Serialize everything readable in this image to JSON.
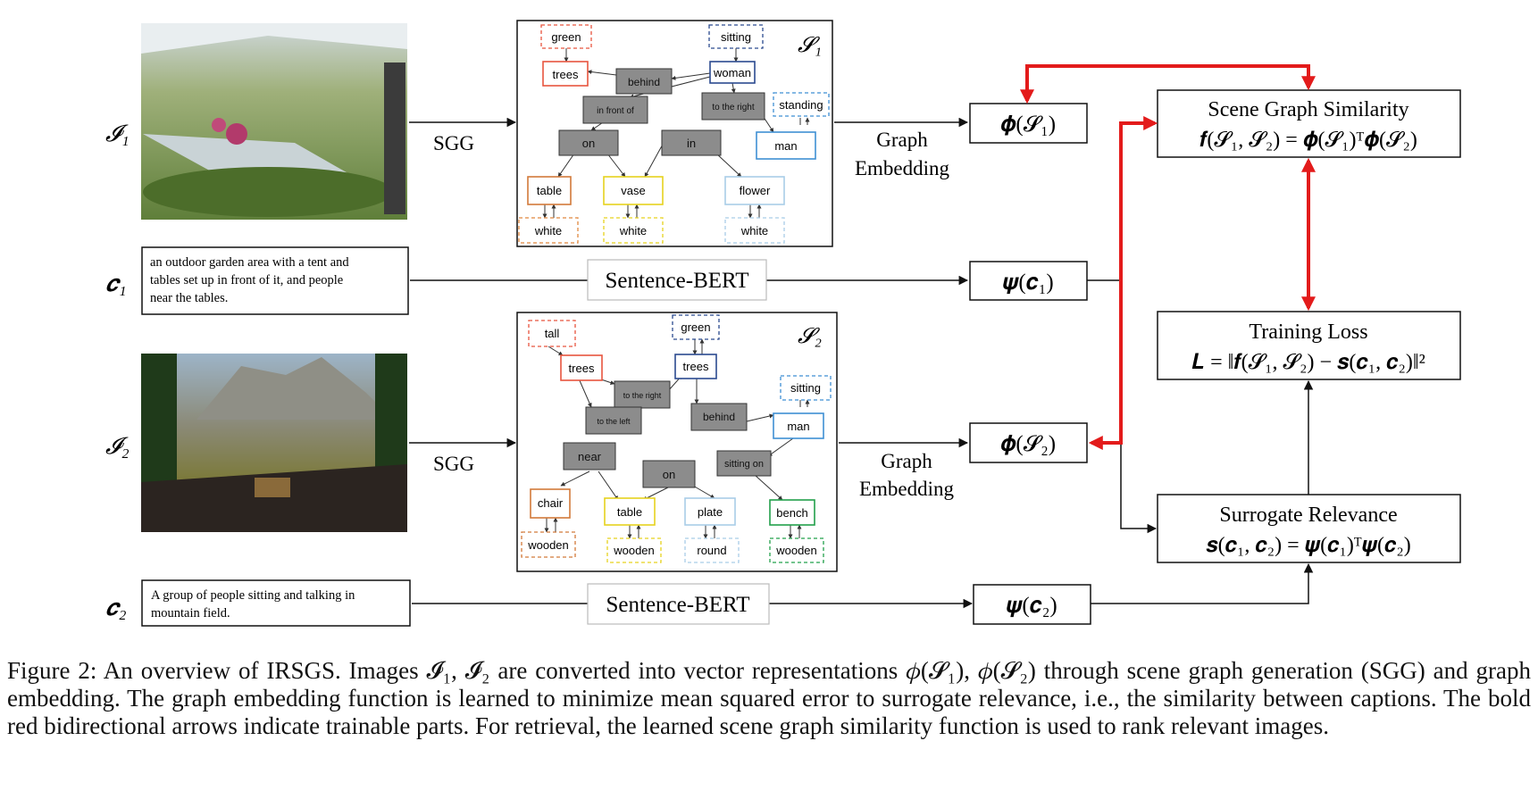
{
  "images": {
    "i1": {
      "label": "𝓘₁",
      "sgg": "SGG"
    },
    "i2": {
      "label": "𝓘₂",
      "sgg": "SGG"
    }
  },
  "graph1": {
    "title": "𝓢₁",
    "embed": [
      "Graph",
      "Embedding"
    ],
    "nodes": {
      "green": "green",
      "sitting": "sitting",
      "trees": "trees",
      "behind": "behind",
      "woman": "woman",
      "in_front_of": "in front of",
      "to_the_right": "to the right",
      "standing": "standing",
      "on": "on",
      "in": "in",
      "man": "man",
      "table": "table",
      "vase": "vase",
      "flower": "flower",
      "white1": "white",
      "white2": "white",
      "white3": "white"
    }
  },
  "graph2": {
    "title": "𝓢₂",
    "embed": [
      "Graph",
      "Embedding"
    ],
    "nodes": {
      "tall": "tall",
      "green": "green",
      "trees1": "trees",
      "trees2": "trees",
      "to_the_right": "to the right",
      "to_the_left": "to the left",
      "behind": "behind",
      "sitting": "sitting",
      "man": "man",
      "near": "near",
      "sitting_on": "sitting on",
      "on": "on",
      "chair": "chair",
      "table": "table",
      "plate": "plate",
      "bench": "bench",
      "wooden1": "wooden",
      "wooden2": "wooden",
      "round": "round",
      "wooden3": "wooden"
    }
  },
  "captions": {
    "c1": {
      "label": "𝒄₁",
      "lines": [
        "an outdoor garden area with a tent and",
        "tables set up in front of it, and people",
        "near the tables."
      ]
    },
    "c2": {
      "label": "𝒄₂",
      "lines": [
        "A group of people sitting and talking in",
        "mountain field."
      ]
    }
  },
  "encoders": {
    "sbert1": "Sentence-BERT",
    "sbert2": "Sentence-BERT"
  },
  "vectors": {
    "phi1": "𝝓(𝓢₁)",
    "phi2": "𝝓(𝓢₂)",
    "psi1": "𝝍(𝒄₁)",
    "psi2": "𝝍(𝒄₂)"
  },
  "boxes": {
    "similarity": {
      "title": "Scene Graph Similarity",
      "formula": "𝒇(𝓢₁, 𝓢₂) = 𝝓(𝓢₁)ᵀ𝝓(𝓢₂)"
    },
    "loss": {
      "title": "Training Loss",
      "formula": "𝑳 = ‖𝒇(𝓢₁, 𝓢₂) − 𝒔(𝒄₁, 𝒄₂)‖²"
    },
    "relevance": {
      "title": "Surrogate Relevance",
      "formula": "𝒔(𝒄₁, 𝒄₂) = 𝝍(𝒄₁)ᵀ𝝍(𝒄₂)"
    }
  },
  "figure_caption": "Figure 2: An overview of IRSGS. Images 𝓘₁, 𝓘₂ are converted into vector representations 𝜙(𝓢₁), 𝜙(𝓢₂) through scene graph generation (SGG) and graph embedding. The graph embedding function is learned to minimize mean squared error to surrogate relevance, i.e., the similarity between captions. The bold red bidirectional arrows indicate trainable parts. For retrieval, the learned scene graph similarity function is used to rank relevant images.",
  "colors": {
    "trainable_arrow": "#e31b1b",
    "relation_node": "#8c8c8c"
  }
}
